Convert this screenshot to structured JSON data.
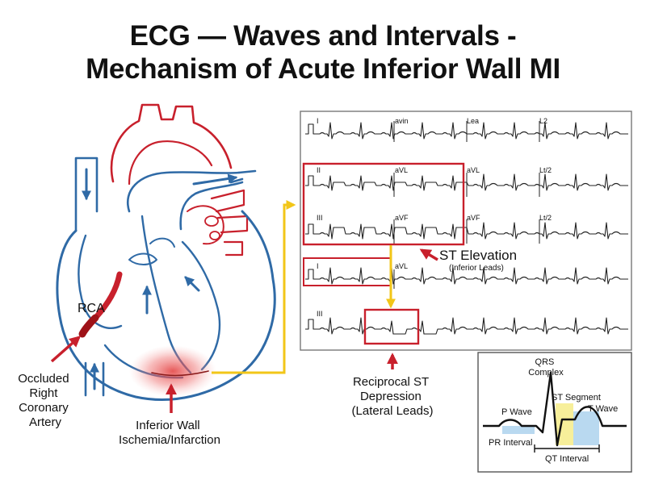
{
  "title": {
    "line1": "ECG — Waves and Intervals -",
    "line2": "Mechanism of Acute Inferior Wall MI"
  },
  "heart": {
    "rca_label": "RCA",
    "occluded_label": [
      "Occluded",
      "Right",
      "Coronary",
      "Artery"
    ],
    "inferior_label": [
      "Inferior Wall",
      "Ischemia/Infarction"
    ]
  },
  "ecg": {
    "row1": [
      "I",
      "avin",
      "Lea",
      "L2"
    ],
    "row2": [
      "II",
      "aVL",
      "aVL",
      "Lt/2"
    ],
    "row3": [
      "III",
      "aVF",
      "aVF",
      "Lt/2"
    ],
    "row4": [
      "I",
      "aVL"
    ],
    "row5": [
      "III"
    ],
    "st_elevation": "ST Elevation",
    "st_elevation_sub": "(Inferior Leads)",
    "reciprocal": [
      "Reciprocal ST",
      "Depression",
      "(Lateral Leads)"
    ]
  },
  "waves": {
    "qrs": [
      "QRS",
      "Complex"
    ],
    "p_wave": "P Wave",
    "st_segment": "ST Segment",
    "t_wave": "T Wave",
    "pr_interval": "PR Interval",
    "qt_interval": "QT Interval"
  },
  "colors": {
    "heart_blue": "#2f6aa6",
    "heart_red": "#c8202c",
    "highlight_box": "#c8202c",
    "arrow_yellow": "#f2c618",
    "st_yellow": "#f7ef9a",
    "t_blue": "#b9d9f0"
  }
}
